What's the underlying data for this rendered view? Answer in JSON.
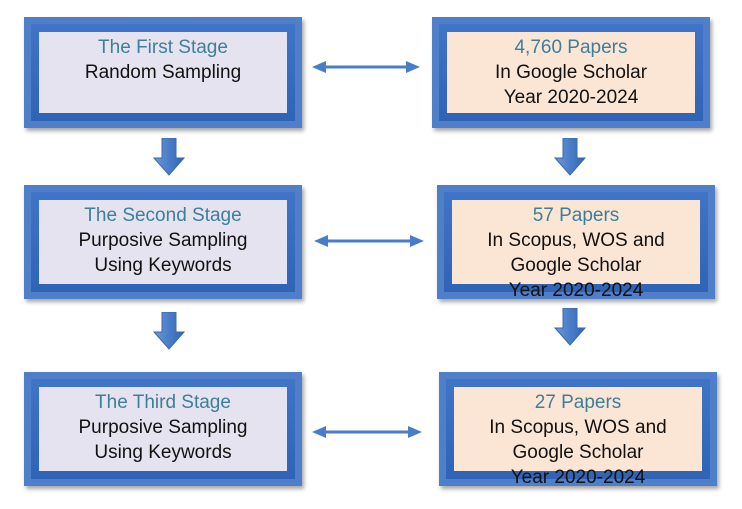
{
  "stages": [
    {
      "title": "The First Stage",
      "lines": [
        "Random Sampling"
      ]
    },
    {
      "title": "The Second Stage",
      "lines": [
        "Purposive Sampling",
        "Using Keywords"
      ]
    },
    {
      "title": "The Third Stage",
      "lines": [
        "Purposive Sampling",
        "Using Keywords"
      ]
    }
  ],
  "results": [
    {
      "title": "4,760 Papers",
      "lines": [
        "In Google Scholar",
        "Year 2020-2024"
      ]
    },
    {
      "title": "57 Papers",
      "lines": [
        "In Scopus, WOS and",
        "Google Scholar",
        "Year 2020-2024"
      ]
    },
    {
      "title": "27 Papers",
      "lines": [
        "In Scopus, WOS and",
        "Google Scholar",
        "Year 2020-2024"
      ]
    }
  ],
  "colors": {
    "box_border": "#4f7fc8",
    "box_frame": "#2f63b6",
    "stage_fill": "#e6e3f0",
    "result_fill": "#fbe6d6",
    "title_text": "#3c7f9a",
    "arrow": "#4a7dc8"
  }
}
